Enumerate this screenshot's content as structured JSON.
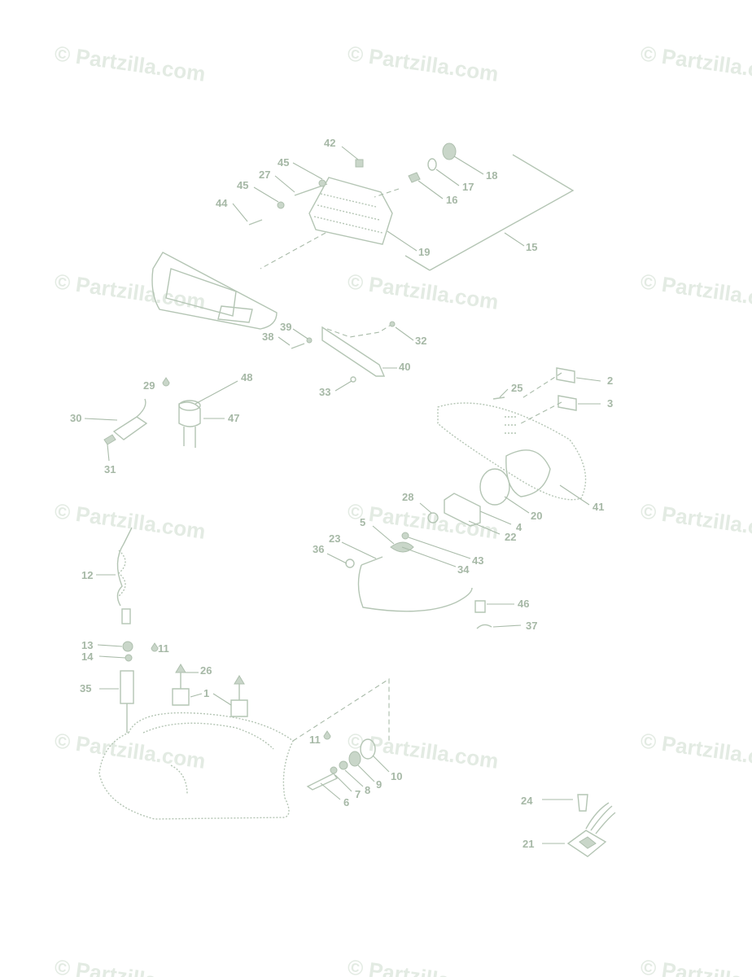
{
  "watermark": "© Partzilla.com",
  "callouts": [
    {
      "id": "c42",
      "text": "42"
    },
    {
      "id": "c45a",
      "text": "45"
    },
    {
      "id": "c27",
      "text": "27"
    },
    {
      "id": "c45b",
      "text": "45"
    },
    {
      "id": "c44",
      "text": "44"
    },
    {
      "id": "c18",
      "text": "18"
    },
    {
      "id": "c17",
      "text": "17"
    },
    {
      "id": "c16",
      "text": "16"
    },
    {
      "id": "c19",
      "text": "19"
    },
    {
      "id": "c15",
      "text": "15"
    },
    {
      "id": "c39",
      "text": "39"
    },
    {
      "id": "c38",
      "text": "38"
    },
    {
      "id": "c32",
      "text": "32"
    },
    {
      "id": "c40",
      "text": "40"
    },
    {
      "id": "c33",
      "text": "33"
    },
    {
      "id": "c29",
      "text": "29"
    },
    {
      "id": "c48",
      "text": "48"
    },
    {
      "id": "c30",
      "text": "30"
    },
    {
      "id": "c47",
      "text": "47"
    },
    {
      "id": "c31",
      "text": "31"
    },
    {
      "id": "c25",
      "text": "25"
    },
    {
      "id": "c2",
      "text": "2"
    },
    {
      "id": "c3",
      "text": "3"
    },
    {
      "id": "c41",
      "text": "41"
    },
    {
      "id": "c20",
      "text": "20"
    },
    {
      "id": "c28",
      "text": "28"
    },
    {
      "id": "c4",
      "text": "4"
    },
    {
      "id": "c5",
      "text": "5"
    },
    {
      "id": "c22",
      "text": "22"
    },
    {
      "id": "c23",
      "text": "23"
    },
    {
      "id": "c43",
      "text": "43"
    },
    {
      "id": "c36",
      "text": "36"
    },
    {
      "id": "c34",
      "text": "34"
    },
    {
      "id": "c46",
      "text": "46"
    },
    {
      "id": "c37",
      "text": "37"
    },
    {
      "id": "c12",
      "text": "12"
    },
    {
      "id": "c13",
      "text": "13"
    },
    {
      "id": "c11a",
      "text": "11"
    },
    {
      "id": "c14",
      "text": "14"
    },
    {
      "id": "c26",
      "text": "26"
    },
    {
      "id": "c1",
      "text": "1"
    },
    {
      "id": "c35",
      "text": "35"
    },
    {
      "id": "c11b",
      "text": "11"
    },
    {
      "id": "c10",
      "text": "10"
    },
    {
      "id": "c9",
      "text": "9"
    },
    {
      "id": "c8",
      "text": "8"
    },
    {
      "id": "c7",
      "text": "7"
    },
    {
      "id": "c6",
      "text": "6"
    },
    {
      "id": "c24",
      "text": "24"
    },
    {
      "id": "c21",
      "text": "21"
    }
  ]
}
